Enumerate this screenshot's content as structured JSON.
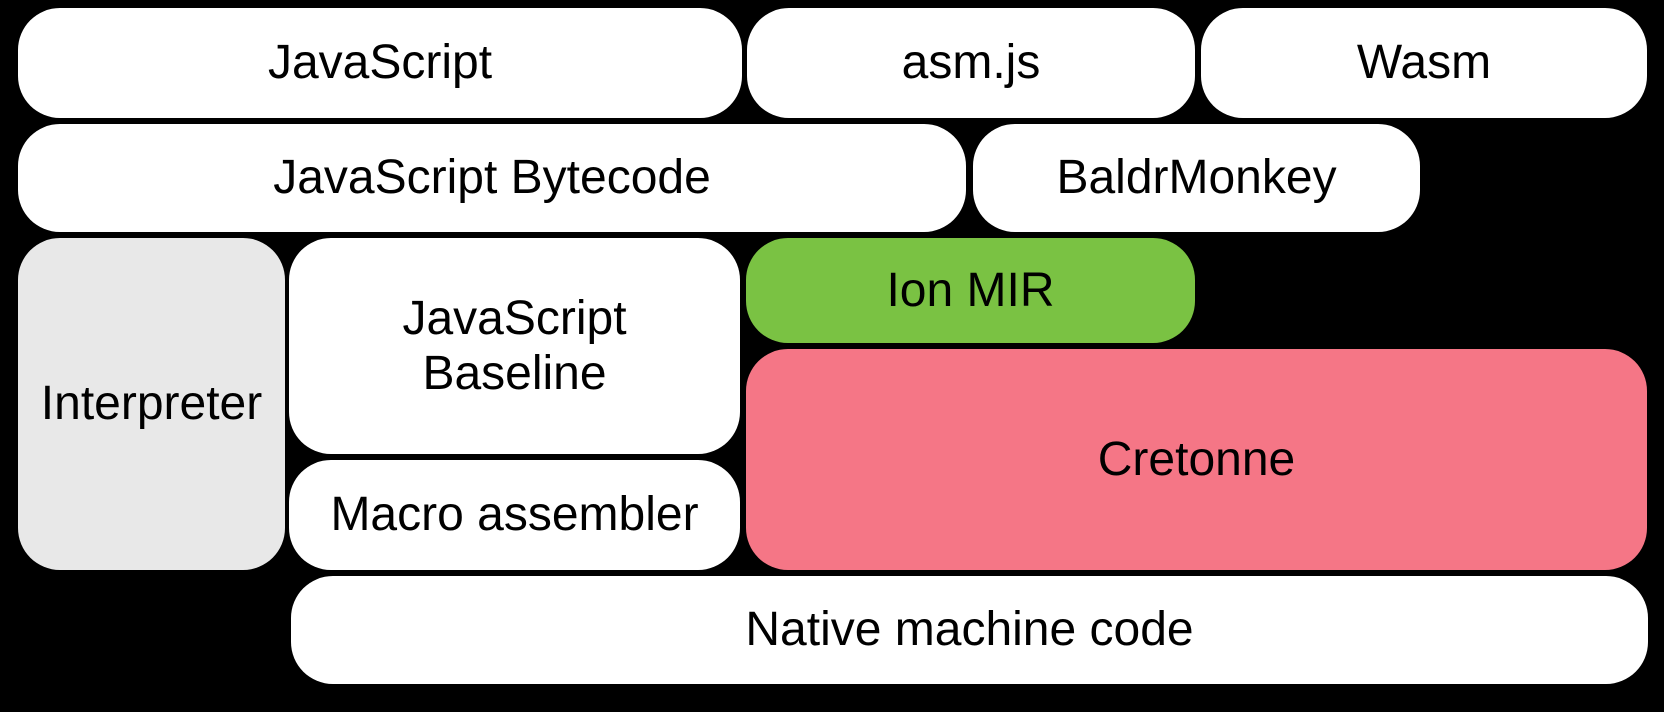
{
  "diagram": {
    "background_color": "#000000",
    "text_color": "#000000",
    "palette": {
      "white_box": "#ffffff",
      "gray_box": "#e8e8e8",
      "green_box": "#7ac243",
      "pink_box": "#f57686"
    },
    "boxes": [
      {
        "id": "javascript",
        "label": "JavaScript",
        "color": "#ffffff"
      },
      {
        "id": "asmjs",
        "label": "asm.js",
        "color": "#ffffff"
      },
      {
        "id": "wasm",
        "label": "Wasm",
        "color": "#ffffff"
      },
      {
        "id": "javascript-bytecode",
        "label": "JavaScript Bytecode",
        "color": "#ffffff"
      },
      {
        "id": "baldrmonkey",
        "label": "BaldrMonkey",
        "color": "#ffffff"
      },
      {
        "id": "interpreter",
        "label": "Interpreter",
        "color": "#e8e8e8"
      },
      {
        "id": "javascript-baseline",
        "line1": "JavaScript",
        "line2": "Baseline",
        "color": "#ffffff"
      },
      {
        "id": "ion-mir",
        "label": "Ion MIR",
        "color": "#7ac243"
      },
      {
        "id": "cretonne",
        "label": "Cretonne",
        "color": "#f57686"
      },
      {
        "id": "macro-assembler",
        "label": "Macro assembler",
        "color": "#ffffff"
      },
      {
        "id": "native-machine-code",
        "label": "Native machine code",
        "color": "#ffffff"
      }
    ]
  }
}
